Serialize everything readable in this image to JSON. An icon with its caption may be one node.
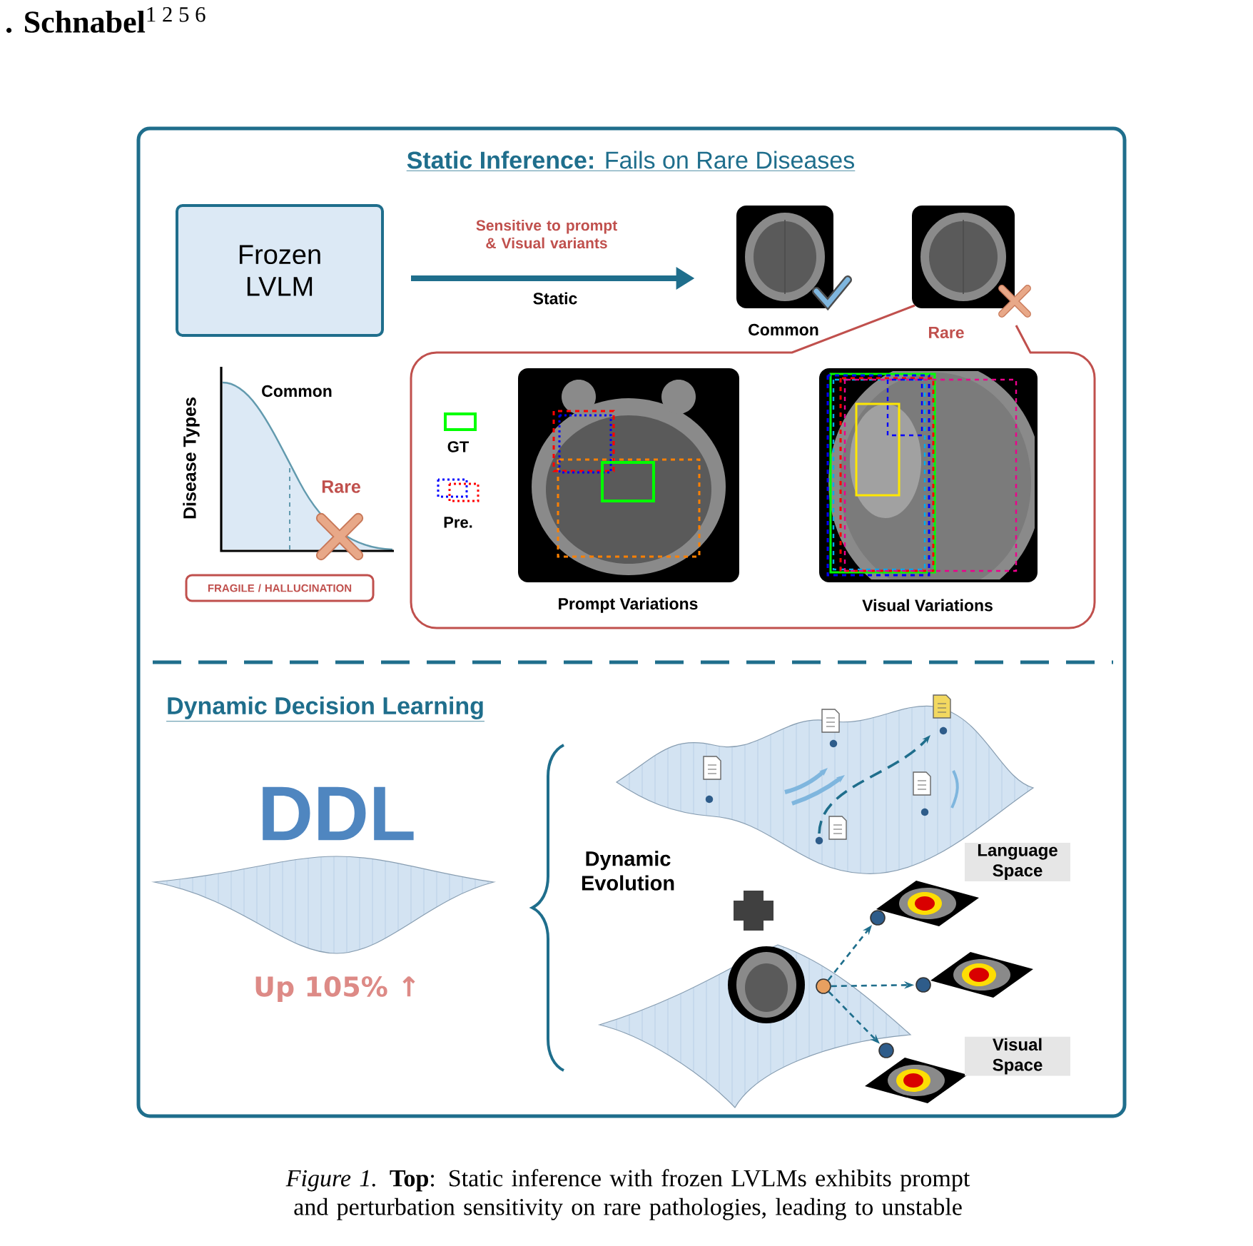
{
  "diagram": {
    "caption": "*Figure 1.* **Top**: Static inference with frozen LVLMs exhibits prompt and perturbation sensitivity on rare pathologies, leading to unstable",
    "nodes": [
      {
        "text": [
          "**Static Inference:** Fails on Rare Diseases",
          "Dynamic Decision Learning"
        ]
      },
      {
        "text": [
          "Frozen LVLM"
        ],
        "in": 0
      },
      {
        "text": [],
        "shape": "picture",
        "beside": [
          "Common"
        ],
        "in": 0
      },
      {
        "text": [],
        "shape": "picture",
        "beside": [
          "Rare"
        ],
        "in": 0
      },
      {
        "text": [],
        "shape": "box",
        "in": 0
      },
      {
        "text": [],
        "shape": "picture",
        "beside": [
          "Prompt Variations"
        ],
        "in": 4
      },
      {
        "text": [],
        "shape": "picture",
        "beside": [
          "Visual Variations"
        ],
        "in": 4
      },
      {
        "text": [
          "FRAGILE / HALLUCINATION"
        ],
        "in": 0
      },
      {
        "text": [],
        "shape": "circle",
        "in": 0
      },
      {
        "text": [],
        "shape": "circle",
        "in": 0
      },
      {
        "text": [],
        "shape": "circle",
        "in": 0
      },
      {
        "text": [],
        "shape": "circle",
        "in": 0
      }
    ],
    "edges": [
      {
        "from": 1,
        "to": 2,
        "arrow": "to",
        "label": "Static",
        "style": "thick"
      },
      {
        "from": 8,
        "to": 9,
        "arrow": "to",
        "style": "dashed"
      },
      {
        "from": 8,
        "to": 10,
        "arrow": "to",
        "style": "dashed"
      },
      {
        "from": 8,
        "to": 11,
        "arrow": "to",
        "style": "dashed"
      }
    ],
    "labels": [
      "**. Schnabel**$^{1 2 5 6}$",
      "Sensitive to prompt & Visual variants",
      "Disease Types",
      "Common",
      "Rare",
      "DDL",
      "Up 105% ↑",
      "Dynamic Evolution",
      "Language Space",
      "Visual Space"
    ],
    "legend": [
      {
        "text": "GT"
      },
      {
        "text": "Pre."
      }
    ]
  }
}
